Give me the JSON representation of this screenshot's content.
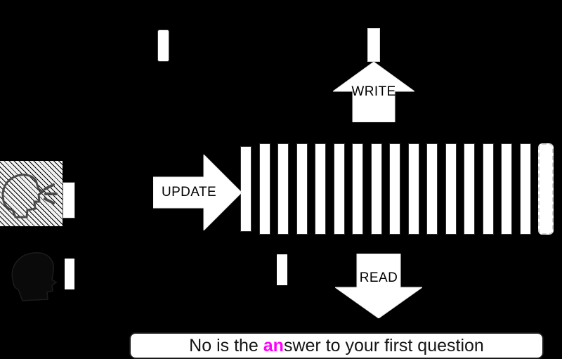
{
  "diagram": {
    "title": "memory-tape-read-write-update-diagram",
    "background_color": "#000000"
  },
  "arrows": [
    {
      "name": "update-arrow",
      "label": "UPDATE",
      "direction": "right"
    },
    {
      "name": "write-arrow",
      "label": "WRITE",
      "direction": "up"
    },
    {
      "name": "read-arrow",
      "label": "READ",
      "direction": "down"
    }
  ],
  "actors": {
    "speaker": {
      "icon": "speaking-head-icon",
      "box_style": "hatched"
    },
    "listener": {
      "icon": "head-silhouette-icon"
    }
  },
  "tape": {
    "name": "memory-tape",
    "cell_count": 17,
    "last_cell_style": "dashed",
    "cell_color": "#ffffff"
  },
  "markers": [
    {
      "name": "marker-top-left"
    },
    {
      "name": "marker-write-head"
    },
    {
      "name": "marker-speaker"
    },
    {
      "name": "marker-listener"
    },
    {
      "name": "marker-read-head"
    }
  ],
  "answer": {
    "prefix": "No is the ",
    "highlight": "an",
    "suffix": "swer to your first question",
    "highlight_color": "#ff00ff",
    "text_color": "#151515",
    "background_color": "#ffffff"
  }
}
